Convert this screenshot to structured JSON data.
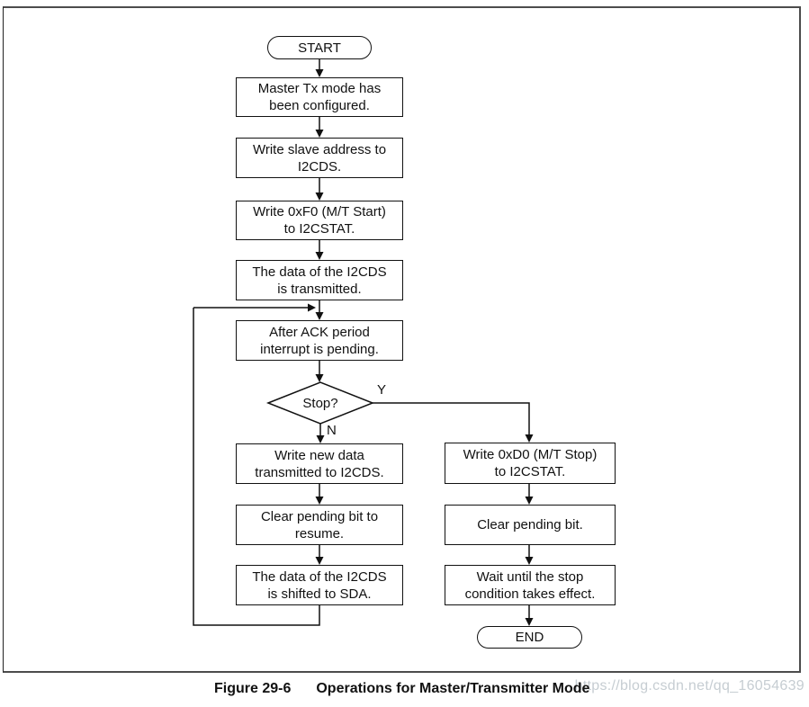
{
  "flowchart": {
    "start_label": "START",
    "end_label": "END",
    "steps": {
      "configured": "Master Tx mode has\nbeen configured.",
      "write_slave_addr": "Write slave address to\nI2CDS.",
      "write_f0": "Write 0xF0 (M/T Start)\nto I2CSTAT.",
      "data_transmitted": "The data of the I2CDS\nis transmitted.",
      "ack_pending": "After ACK period\ninterrupt is pending.",
      "write_new_data": "Write new data\ntransmitted to I2CDS.",
      "clear_pending_resume": "Clear pending bit to\nresume.",
      "data_shifted": "The data of the I2CDS\nis shifted to SDA.",
      "write_d0": "Write 0xD0 (M/T Stop)\nto I2CSTAT.",
      "clear_pending": "Clear pending bit.",
      "wait_stop": "Wait until the stop\ncondition takes effect."
    },
    "decision": {
      "text": "Stop?",
      "yes": "Y",
      "no": "N"
    }
  },
  "caption": {
    "figure_label": "Figure 29-6",
    "title": "Operations for Master/Transmitter Mode"
  },
  "watermark": "https://blog.csdn.net/qq_16054639",
  "colors": {
    "line": "#111111",
    "frame_border": "#4c4c4c",
    "watermark_text": "#c6cdd2"
  }
}
